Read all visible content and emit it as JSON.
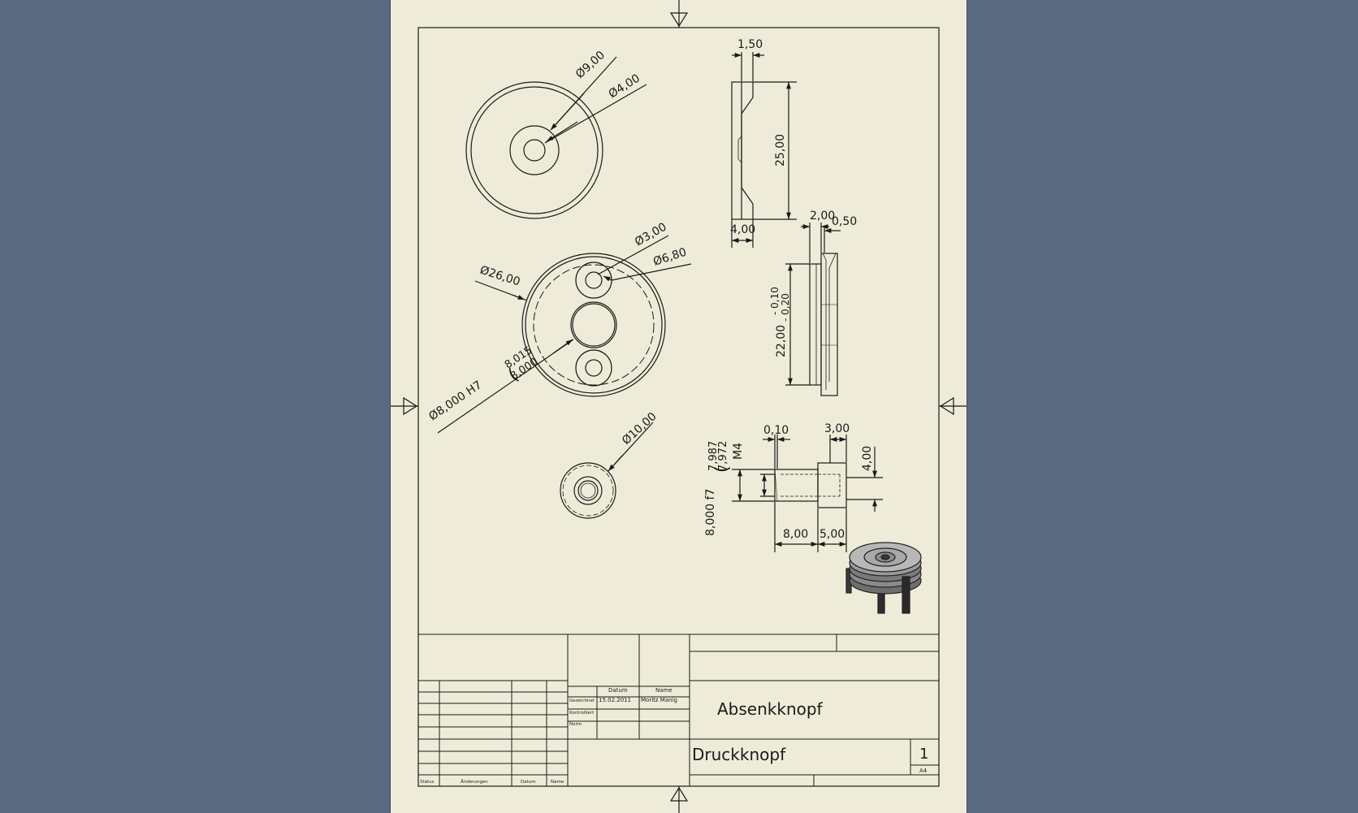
{
  "colors": {
    "background": "#5a6a7e",
    "sheet": "#eeecd8",
    "line": "#1a1a1a"
  },
  "dims": {
    "d900": "Ø9,00",
    "d400": "Ø4,00",
    "w150": "1,50",
    "h2500": "25,00",
    "w400": "4,00",
    "d300": "Ø3,00",
    "d680": "Ø6,80",
    "d2600": "Ø26,00",
    "d800h7": "Ø8,000 H7",
    "h7_upper": "8,015",
    "h7_lower": "8,000",
    "w200": "2,00",
    "w050": "0,50",
    "h2200": "22,00",
    "tol_upper": "- 0,10",
    "tol_lower": "- 0,20",
    "d1000": "Ø10,00",
    "w010": "0,10",
    "w300": "3,00",
    "m4": "M4",
    "f7_label": "8,000 f7",
    "f7_upper": "7,987",
    "f7_lower": "7,972",
    "h400": "4,00",
    "w800": "8,00",
    "w500": "5,00"
  },
  "title_block": {
    "col_datum": "Datum",
    "col_name": "Name",
    "row_gezeichnet": "Gezeichnet",
    "row_kontrolliert": "Kontrolliert",
    "row_norm": "Norm",
    "date": "15.02.2011",
    "author": "Moritz Manig",
    "title": "Absenkknopf",
    "part_name": "Druckknopf",
    "sheet_number": "1",
    "format": "A4",
    "rev_status": "Status",
    "rev_changes": "Änderungen",
    "rev_date": "Datum",
    "rev_name": "Name"
  }
}
